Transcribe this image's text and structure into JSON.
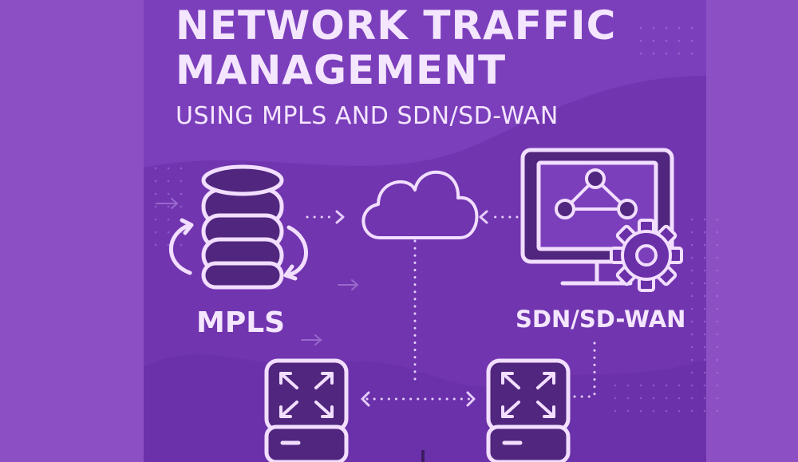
{
  "header": {
    "title_line1": "NETWORK TRAFFIC",
    "title_line2": "MANAGEMENT",
    "subtitle": "USING MPLS AND SDN/SD-WAN"
  },
  "nodes": {
    "mpls_label": "MPLS",
    "sdn_label": "SDN/SD-WAN"
  },
  "icons": [
    "database-icon",
    "cloud-icon",
    "monitor-icon",
    "network-triangle-icon",
    "gear-icon",
    "router-icon"
  ],
  "colors": {
    "background": "#8d4fc4",
    "panel": "#7b3fbb",
    "panel_dark": "#6a30a8",
    "icon_fill": "#50267e",
    "stroke": "#f2deff",
    "text": "#f4e6ff"
  }
}
